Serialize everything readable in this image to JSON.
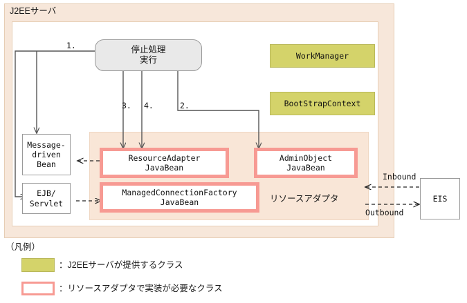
{
  "diagram": {
    "server_container": {
      "title": "J2EEサーバ"
    },
    "process_box": {
      "line1": "停止処理",
      "line2": "実行"
    },
    "server_provided_classes": [
      {
        "label": "WorkManager"
      },
      {
        "label": "BootStrapContext"
      }
    ],
    "client_components": [
      {
        "line1": "Message-",
        "line2": "driven",
        "line3": "Bean"
      },
      {
        "line1": "EJB/",
        "line2": "Servlet"
      }
    ],
    "resource_adapter": {
      "label": "リソースアダプタ",
      "classes": [
        {
          "line1": "ResourceAdapter",
          "line2": "JavaBean"
        },
        {
          "line1": "AdminObject",
          "line2": "JavaBean"
        },
        {
          "line1": "ManagedConnectionFactory",
          "line2": "JavaBean"
        }
      ]
    },
    "external_system": {
      "label": "EIS"
    },
    "flow_labels": {
      "inbound": "Inbound",
      "outbound": "Outbound"
    },
    "step_numbers": [
      {
        "id": "step-1",
        "label": "1."
      },
      {
        "id": "step-3",
        "label": "3."
      },
      {
        "id": "step-4",
        "label": "4."
      },
      {
        "id": "step-2",
        "label": "2."
      }
    ],
    "legend": {
      "title": "（凡例）",
      "items": [
        {
          "swatch": "yellow",
          "text": "：J2EEサーバが提供するクラス"
        },
        {
          "swatch": "pink",
          "text": "：リソースアダプタで実装が必要なクラス"
        }
      ]
    },
    "colors": {
      "server_background": "#f7e7da",
      "adapter_background": "#f9e6d7",
      "server_class_fill": "#d4d36a",
      "adapter_class_border": "#f79a93",
      "process_fill": "#e9e9e9",
      "line": "#555555"
    }
  }
}
